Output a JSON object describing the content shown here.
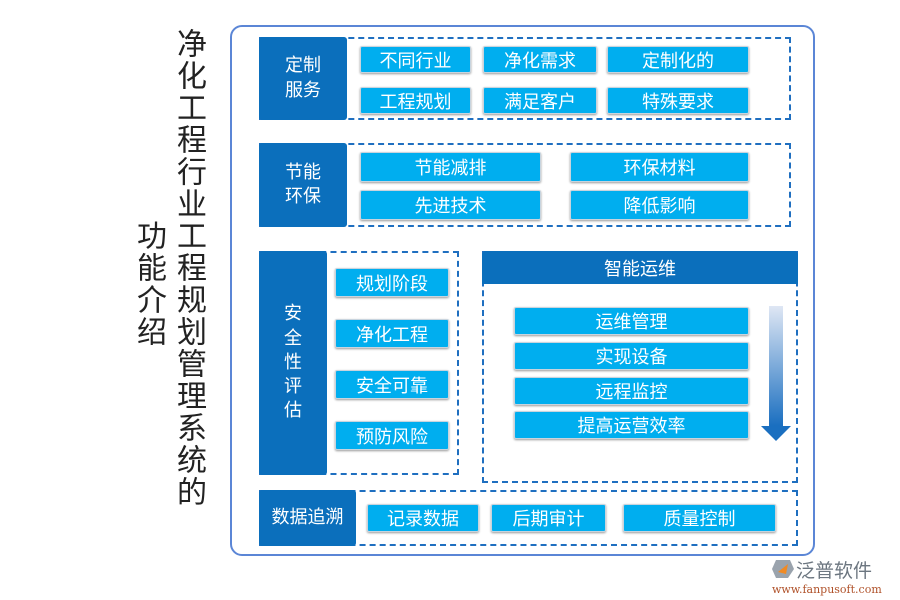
{
  "title": "净化工程行业工程规划管理系统的",
  "subtitle": "功能介绍",
  "sections": {
    "custom": {
      "label": "定制\n服务",
      "items": [
        "不同行业",
        "净化需求",
        "定制化的",
        "工程规划",
        "满足客户",
        "特殊要求"
      ]
    },
    "eco": {
      "label": "节能\n环保",
      "items": [
        "节能减排",
        "环保材料",
        "先进技术",
        "降低影响"
      ]
    },
    "safety": {
      "label": "安\n全\n性\n评\n估",
      "items": [
        "规划阶段",
        "净化工程",
        "安全可靠",
        "预防风险"
      ]
    },
    "ops": {
      "label": "智能运维",
      "items": [
        "运维管理",
        "实现设备",
        "远程监控",
        "提高运营效率"
      ]
    },
    "trace": {
      "label": "数据追溯",
      "items": [
        "记录数据",
        "后期审计",
        "质量控制"
      ]
    }
  },
  "logo": {
    "name": "泛普软件",
    "url": "www.fanpusoft.com"
  },
  "colors": {
    "dark": "#0b6fbc",
    "light": "#00aeef",
    "frame": "#5b86d6"
  }
}
